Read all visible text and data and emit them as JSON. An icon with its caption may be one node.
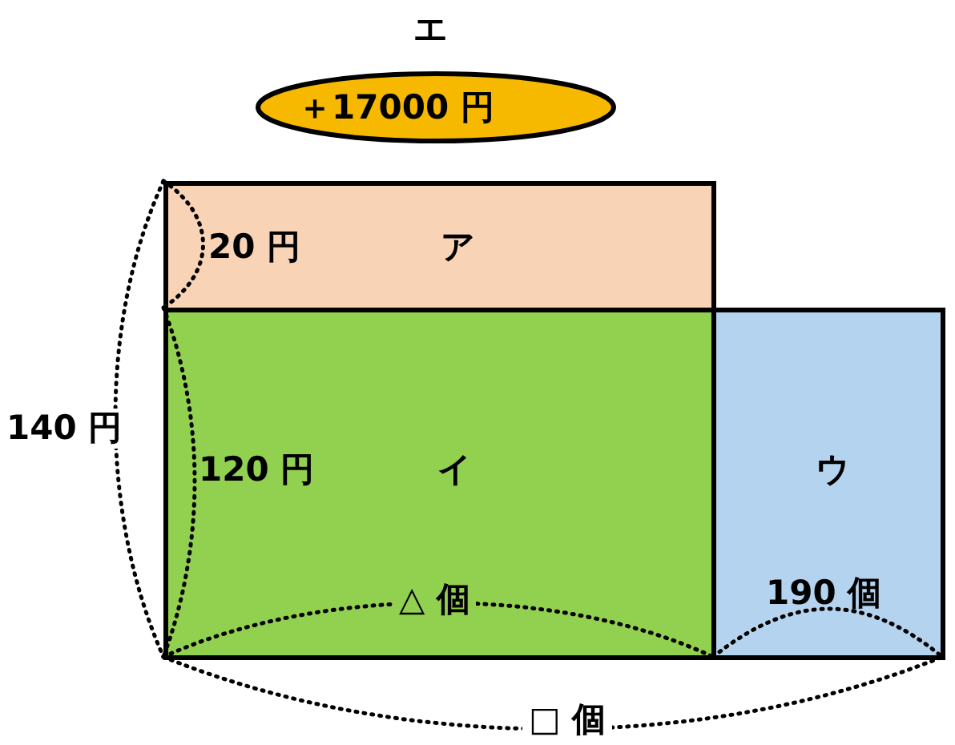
{
  "diagram": {
    "nodes": [
      {
        "text": [
          "エ",
          "＋17000 円"
        ]
      },
      {
        "text": [
          "ア"
        ]
      },
      {
        "text": [
          "イ"
        ]
      },
      {
        "text": [
          "ウ"
        ]
      }
    ],
    "labels": [
      "20 円",
      "140 円",
      "120 円",
      "△ 個",
      "190 個",
      "□ 個"
    ]
  }
}
